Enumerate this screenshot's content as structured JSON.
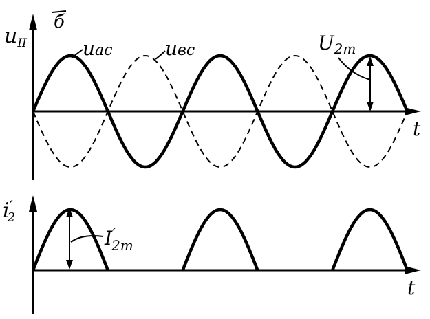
{
  "figure_letter": "б",
  "top": {
    "y_axis_label": "u",
    "y_axis_sub": "II",
    "x_axis_label": "t",
    "curve_solid_label": "u",
    "curve_solid_sub": "ac",
    "curve_dashed_label": "u",
    "curve_dashed_sub": "вс",
    "amplitude_label": "U",
    "amplitude_sub": "2m",
    "half_periods": 5,
    "solid_starts_positive": true
  },
  "bottom": {
    "y_axis_label": "i",
    "y_axis_prime": "′",
    "y_axis_sub": "2",
    "x_axis_label": "t",
    "amplitude_label": "I",
    "amplitude_prime": "′",
    "amplitude_sub": "2m",
    "pulse_half_periods": [
      0,
      2,
      4
    ]
  }
}
